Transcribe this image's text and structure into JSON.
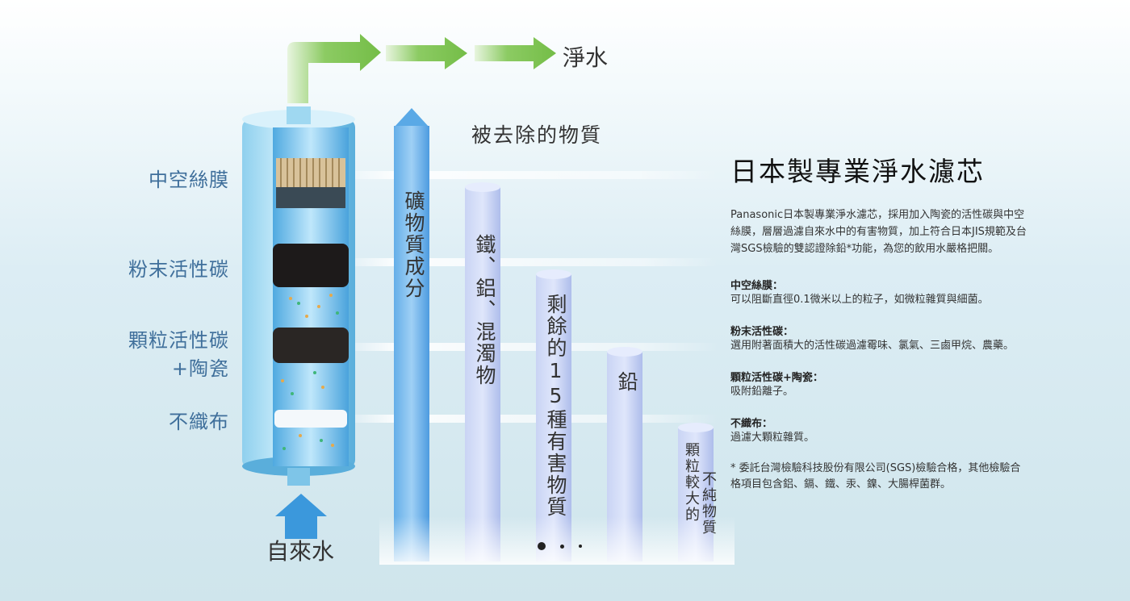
{
  "top_labels": {
    "output": "淨水",
    "removed_header": "被去除的物質",
    "input": "自來水"
  },
  "layers": [
    {
      "label": "中空絲膜"
    },
    {
      "label": "粉末活性碳"
    },
    {
      "label_line1": "顆粒活性碳",
      "label_line2": "+陶瓷"
    },
    {
      "label": "不織布"
    }
  ],
  "columns": [
    {
      "label": "礦物質成分"
    },
    {
      "label": "鐵、鋁、混濁物"
    },
    {
      "label": "剩餘的15種有害物質"
    },
    {
      "label": "鉛"
    },
    {
      "label_col1": "顆粒較大的",
      "label_col2": "不純物質"
    }
  ],
  "panel": {
    "title": "日本製專業淨水濾芯",
    "intro": "Panasonic日本製專業淨水濾芯，採用加入陶瓷的活性碳與中空絲膜，層層過濾自來水中的有害物質，加上符合日本JIS規範及台灣SGS檢驗的雙認證除鉛*功能，為您的飲用水嚴格把關。",
    "sections": [
      {
        "heading": "中空絲膜：",
        "text": "可以阻斷直徑0.1微米以上的粒子，如微粒雜質與細菌。"
      },
      {
        "heading": "粉末活性碳：",
        "text": "選用附著面積大的活性碳過濾霉味、氯氣、三鹵甲烷、農藥。"
      },
      {
        "heading": "顆粒活性碳+陶瓷：",
        "text": "吸附鉛離子。"
      },
      {
        "heading": "不織布：",
        "text": "過濾大顆粒雜質。"
      }
    ],
    "footnote": "* 委託台灣檢驗科技股份有限公司(SGS)檢驗合格，其他檢驗合格項目包含鋁、鎘、鐵、汞、鎳、大腸桿菌群。"
  },
  "colors": {
    "arrow_green": "#7dc152",
    "arrow_blue": "#3b98dc",
    "label_blue": "#3f6f9b",
    "tube": "#b9c8f0"
  }
}
